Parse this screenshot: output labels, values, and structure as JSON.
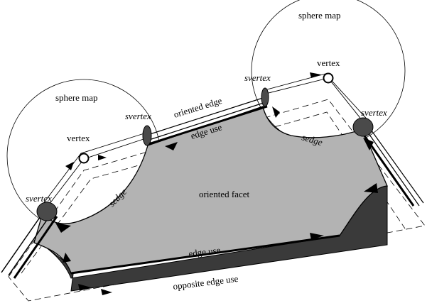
{
  "labels": {
    "sphere_map_left": "sphere map",
    "sphere_map_right": "sphere map",
    "vertex_left": "vertex",
    "vertex_right": "vertex",
    "svertex_top_left": "svertex",
    "svertex_top_center": "svertex",
    "svertex_left": "svertex",
    "svertex_right": "svertex",
    "oriented_edge": "oriented edge",
    "edge_use_top": "edge use",
    "edge_use_bottom": "edge use",
    "opposite_edge_use": "opposite edge use",
    "oriented_facet": "oriented facet",
    "sedge_left": "sedge",
    "sedge_right": "sedge"
  },
  "colors": {
    "facet_fill": "#b3b3b3",
    "back_face": "#3a3a3a",
    "svertex_fill": "#4a4a4a",
    "line": "#000000"
  }
}
